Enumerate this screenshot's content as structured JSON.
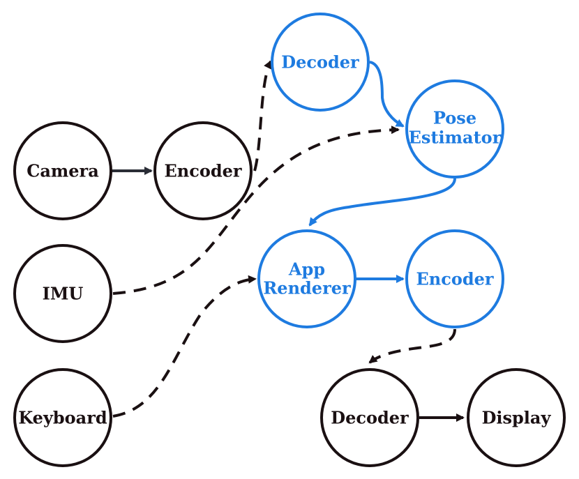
{
  "colors": {
    "local": "#1a1012",
    "remote": "#1e7be0",
    "edge_dark": "#2a2d36"
  },
  "nodes": {
    "camera": {
      "label": "Camera",
      "group": "local"
    },
    "encoder1": {
      "label": "Encoder",
      "group": "local"
    },
    "imu": {
      "label": "IMU",
      "group": "local"
    },
    "keyboard": {
      "label": "Keyboard",
      "group": "local"
    },
    "decoder1": {
      "label": "Decoder",
      "group": "remote"
    },
    "pose": {
      "label_line1": "Pose",
      "label_line2": "Estimator",
      "group": "remote"
    },
    "app": {
      "label_line1": "App",
      "label_line2": "Renderer",
      "group": "remote"
    },
    "encoder2": {
      "label": "Encoder",
      "group": "remote"
    },
    "decoder2": {
      "label": "Decoder",
      "group": "local"
    },
    "display": {
      "label": "Display",
      "group": "local"
    }
  },
  "edges": [
    {
      "from": "camera",
      "to": "encoder1",
      "style": "solid"
    },
    {
      "from": "encoder1",
      "to": "decoder1",
      "style": "dashed"
    },
    {
      "from": "decoder1",
      "to": "pose",
      "style": "solid"
    },
    {
      "from": "imu",
      "to": "pose",
      "style": "dashed"
    },
    {
      "from": "pose",
      "to": "app",
      "style": "solid"
    },
    {
      "from": "keyboard",
      "to": "app",
      "style": "dashed"
    },
    {
      "from": "app",
      "to": "encoder2",
      "style": "solid"
    },
    {
      "from": "encoder2",
      "to": "decoder2",
      "style": "dashed"
    },
    {
      "from": "decoder2",
      "to": "display",
      "style": "solid"
    }
  ]
}
